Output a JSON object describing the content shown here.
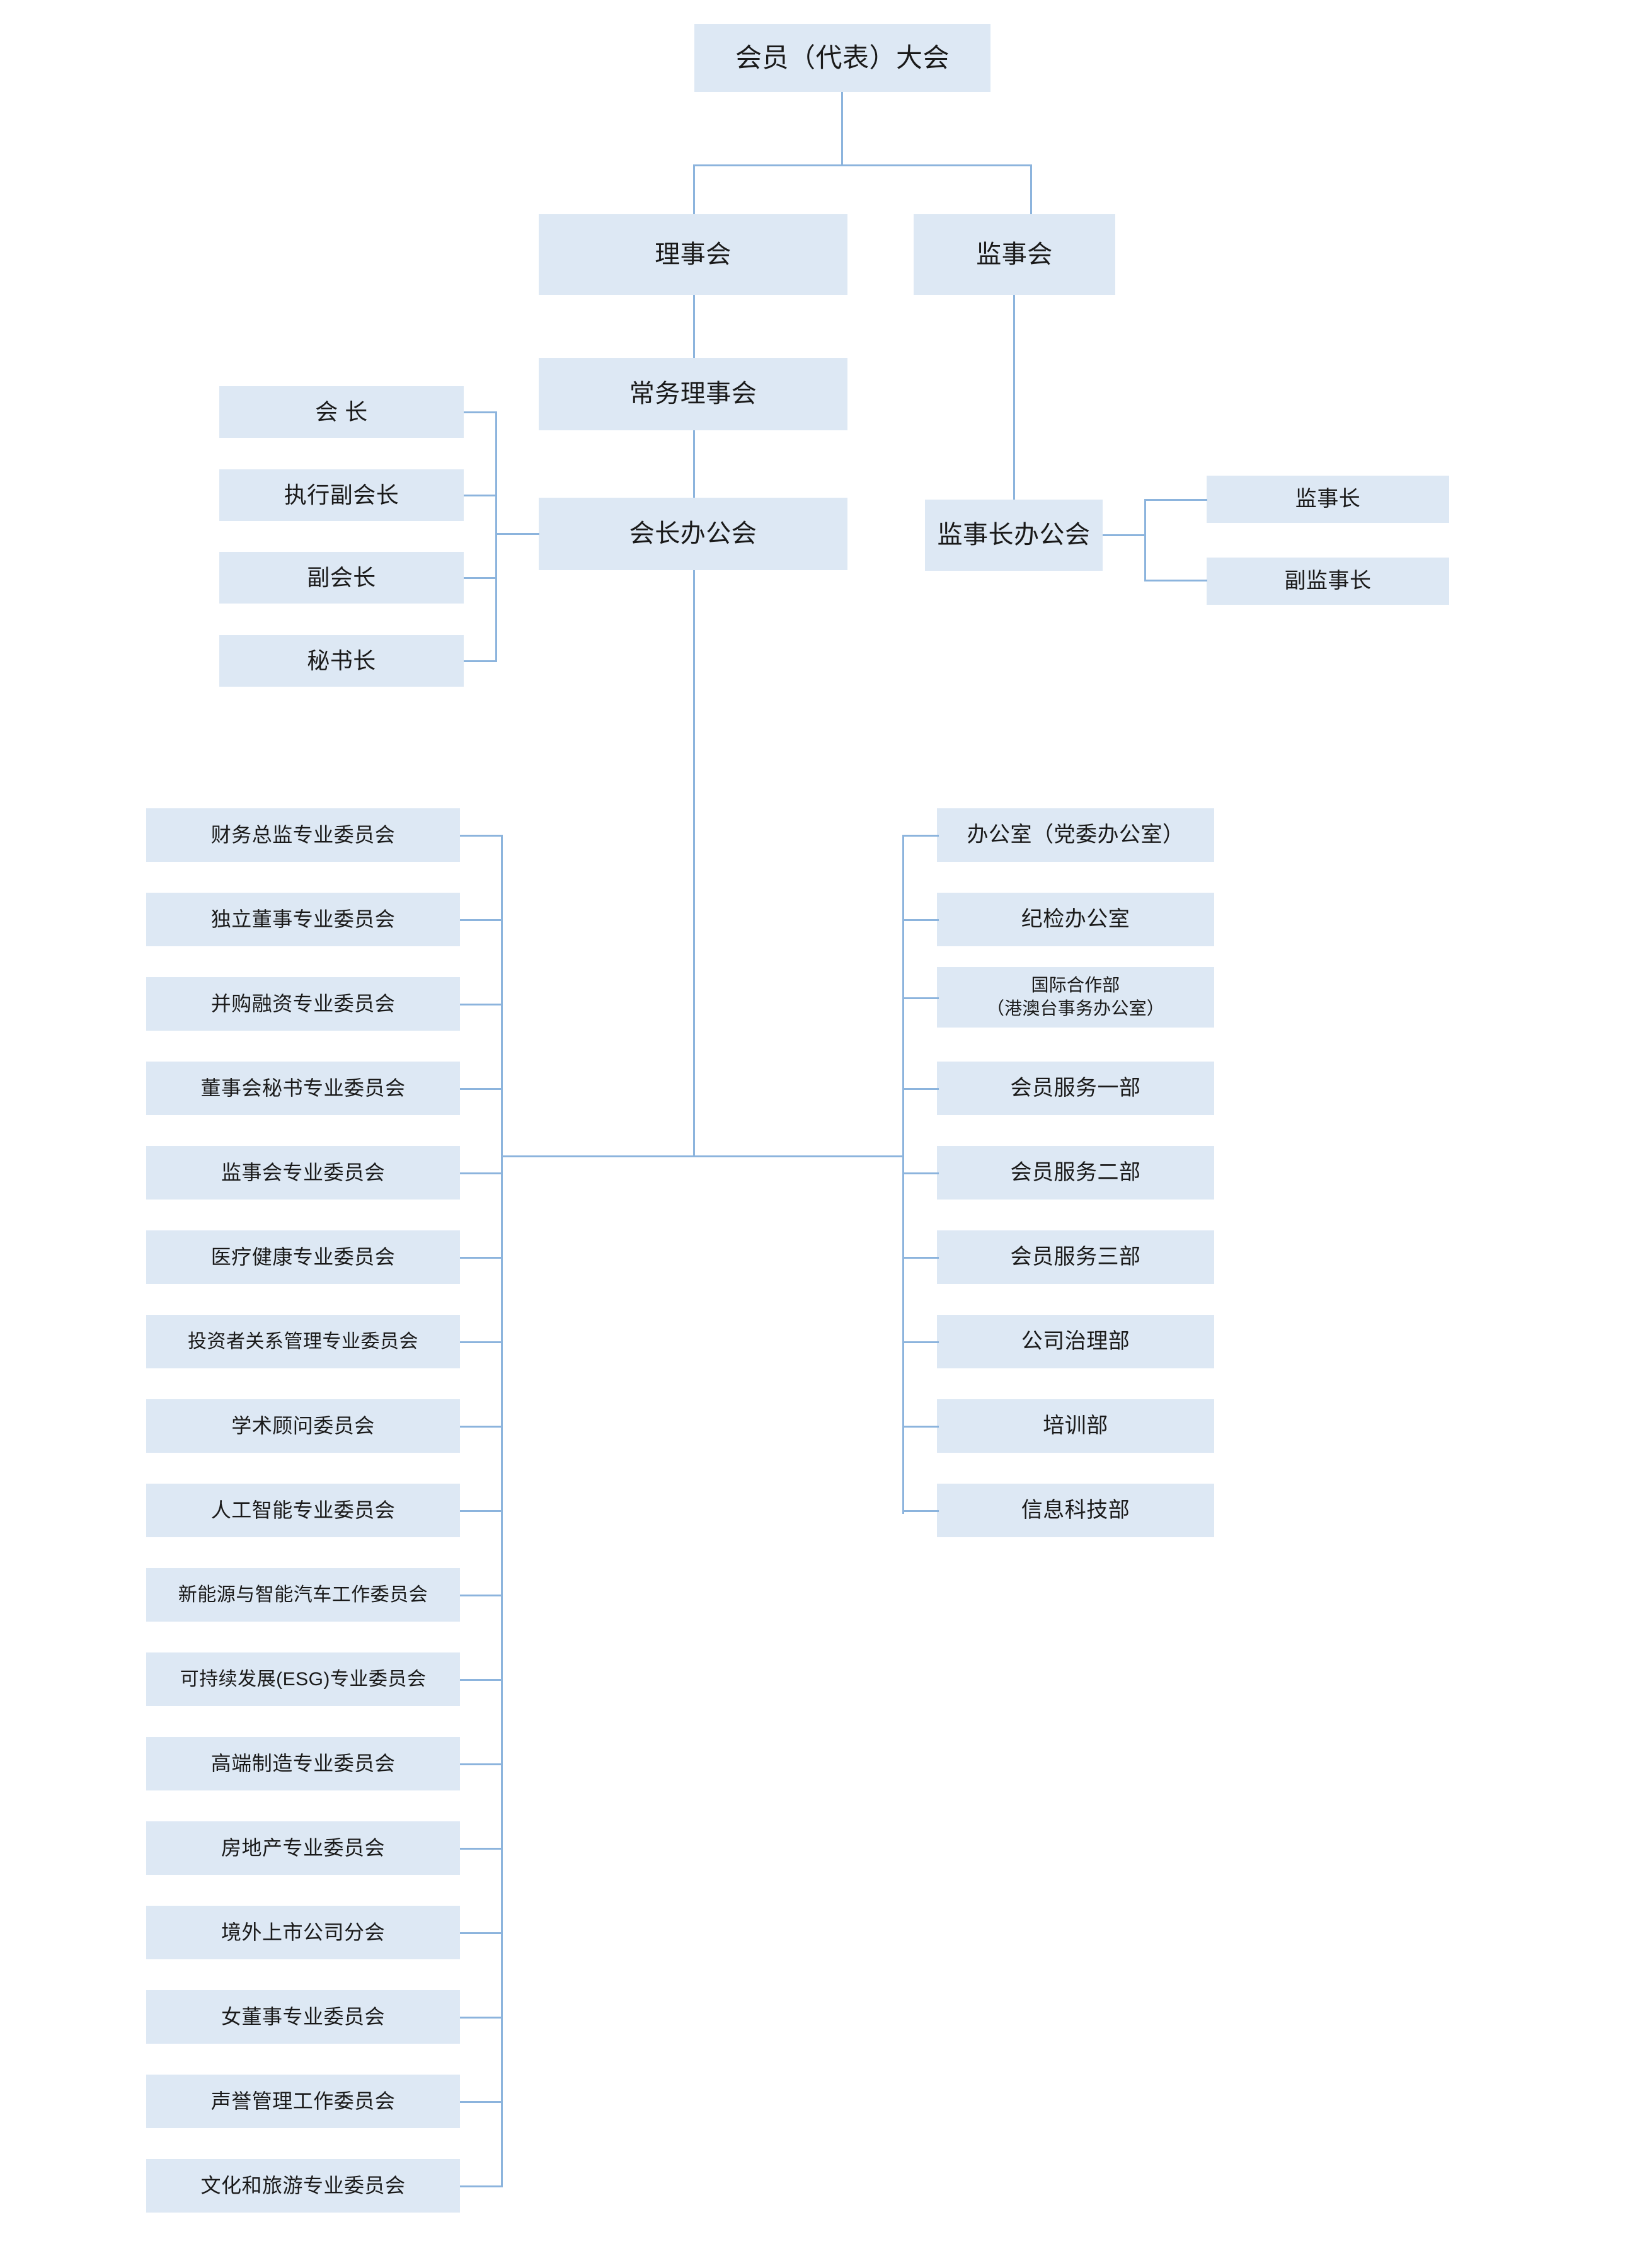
{
  "diagram": {
    "title_node": "会员（代表）大会",
    "colors": {
      "node_fill": "#dde8f4",
      "connector": "#8cb4dd",
      "text": "#1a1a1a",
      "background": "#ffffff"
    }
  },
  "governance": {
    "assembly": "会员（代表）大会",
    "council": "理事会",
    "supervisory_board": "监事会",
    "standing_council": "常务理事会",
    "president_office_meeting": "会长办公会",
    "chief_supervisor_office_meeting": "监事长办公会"
  },
  "officers": [
    {
      "label": "会 长"
    },
    {
      "label": "执行副会长"
    },
    {
      "label": "副会长"
    },
    {
      "label": "秘书长"
    }
  ],
  "supervisors": [
    {
      "label": "监事长"
    },
    {
      "label": "副监事长"
    }
  ],
  "committees": [
    {
      "label": "财务总监专业委员会"
    },
    {
      "label": "独立董事专业委员会"
    },
    {
      "label": "并购融资专业委员会"
    },
    {
      "label": "董事会秘书专业委员会"
    },
    {
      "label": "监事会专业委员会"
    },
    {
      "label": "医疗健康专业委员会"
    },
    {
      "label": "投资者关系管理专业委员会"
    },
    {
      "label": "学术顾问委员会"
    },
    {
      "label": "人工智能专业委员会"
    },
    {
      "label": "新能源与智能汽车工作委员会"
    },
    {
      "label": "可持续发展(ESG)专业委员会"
    },
    {
      "label": "高端制造专业委员会"
    },
    {
      "label": "房地产专业委员会"
    },
    {
      "label": "境外上市公司分会"
    },
    {
      "label": "女董事专业委员会"
    },
    {
      "label": "声誉管理工作委员会"
    },
    {
      "label": "文化和旅游专业委员会"
    }
  ],
  "departments": [
    {
      "line1": "办公室（党委办公室）",
      "line2": ""
    },
    {
      "line1": "纪检办公室",
      "line2": ""
    },
    {
      "line1": "国际合作部",
      "line2": "（港澳台事务办公室）"
    },
    {
      "line1": "会员服务一部",
      "line2": ""
    },
    {
      "line1": "会员服务二部",
      "line2": ""
    },
    {
      "line1": "会员服务三部",
      "line2": ""
    },
    {
      "line1": "公司治理部",
      "line2": ""
    },
    {
      "line1": "培训部",
      "line2": ""
    },
    {
      "line1": "信息科技部",
      "line2": ""
    }
  ]
}
